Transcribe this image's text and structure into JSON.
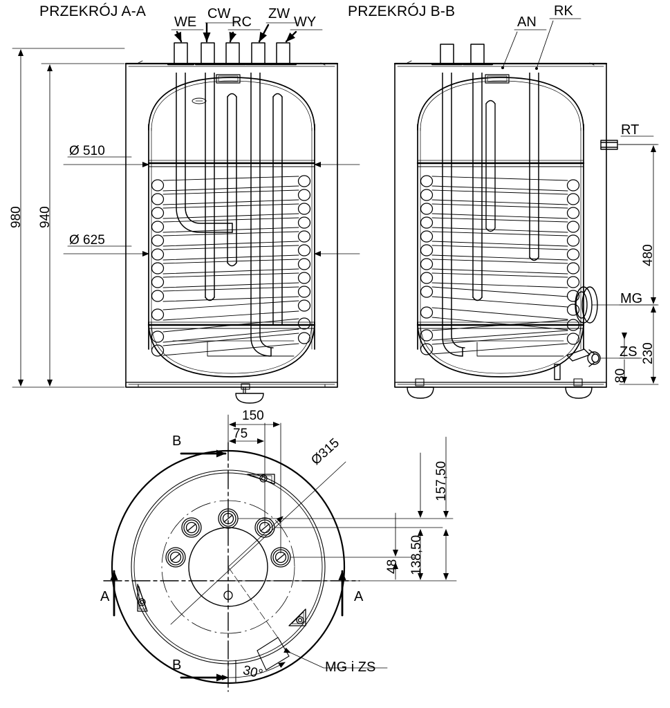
{
  "drawing": {
    "kind": "technical-drawing",
    "language": "pl",
    "background": "#ffffff",
    "line_color": "#000000"
  },
  "views": {
    "section_a": {
      "title": "PRZEKRÓJ A-A"
    },
    "section_b": {
      "title": "PRZEKRÓJ B-B"
    },
    "plan": {
      "title": ""
    }
  },
  "port_labels": {
    "we": "WE",
    "cw": "CW",
    "rc": "RC",
    "zw": "ZW",
    "wy": "WY",
    "an": "AN",
    "rk": "RK",
    "rt": "RT",
    "mg": "MG",
    "zs": "ZS",
    "mg_i_zs": "MG i ZS"
  },
  "dimensions": {
    "height_overall": "980",
    "height_tank": "940",
    "dia_510": "Ø 510",
    "dia_625": "Ø 625",
    "dia_315": "Ø315",
    "h_480": "480",
    "h_230": "230",
    "h_80": "80",
    "p_150": "150",
    "p_75": "75",
    "p_157_50": "157,50",
    "p_138_50": "138,50",
    "p_48": "48",
    "angle_30": "30°"
  },
  "section_marks": {
    "a_left": "A",
    "a_right": "A",
    "b_top": "B",
    "b_bottom": "B"
  }
}
